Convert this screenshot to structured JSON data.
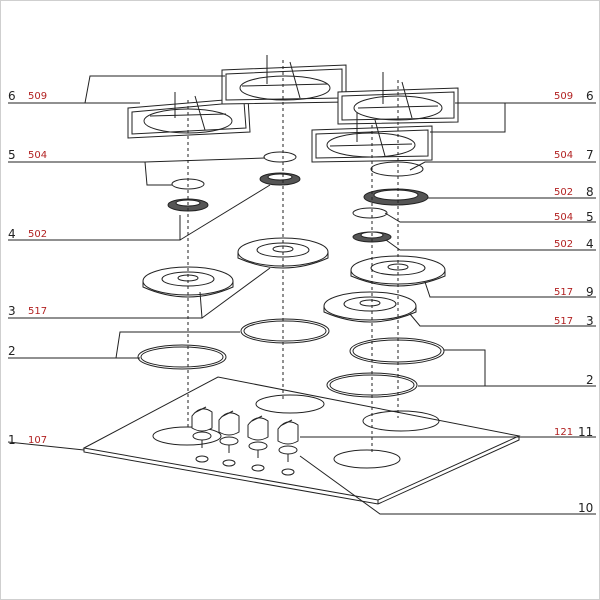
{
  "diagram": {
    "callouts_left": [
      {
        "num": "6",
        "code": "509"
      },
      {
        "num": "5",
        "code": "504"
      },
      {
        "num": "4",
        "code": "502"
      },
      {
        "num": "3",
        "code": "517"
      },
      {
        "num": "2",
        "code": ""
      },
      {
        "num": "1",
        "code": "107"
      }
    ],
    "callouts_right": [
      {
        "num": "6",
        "code": "509"
      },
      {
        "num": "7",
        "code": "504"
      },
      {
        "num": "8",
        "code": "502"
      },
      {
        "num": "5",
        "code": "504"
      },
      {
        "num": "4",
        "code": "502"
      },
      {
        "num": "9",
        "code": "517"
      },
      {
        "num": "3",
        "code": "517"
      },
      {
        "num": "2",
        "code": ""
      },
      {
        "num": "11",
        "code": "121"
      },
      {
        "num": "10",
        "code": ""
      }
    ],
    "colors": {
      "line": "#222222",
      "code": "#b22222",
      "frame": "#cfcfcf"
    }
  }
}
